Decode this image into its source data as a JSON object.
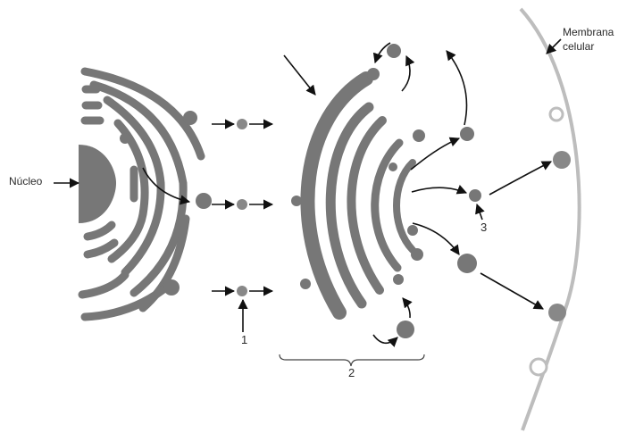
{
  "labels": {
    "nucleus": "Núcleo",
    "membrane_line1": "Membrana",
    "membrane_line2": "celular",
    "n1": "1",
    "n2": "2",
    "n3": "3"
  },
  "colors": {
    "organelle": "#777777",
    "membrane": "#bdbdbd",
    "arrow": "#111111",
    "text": "#2a2a2a"
  }
}
